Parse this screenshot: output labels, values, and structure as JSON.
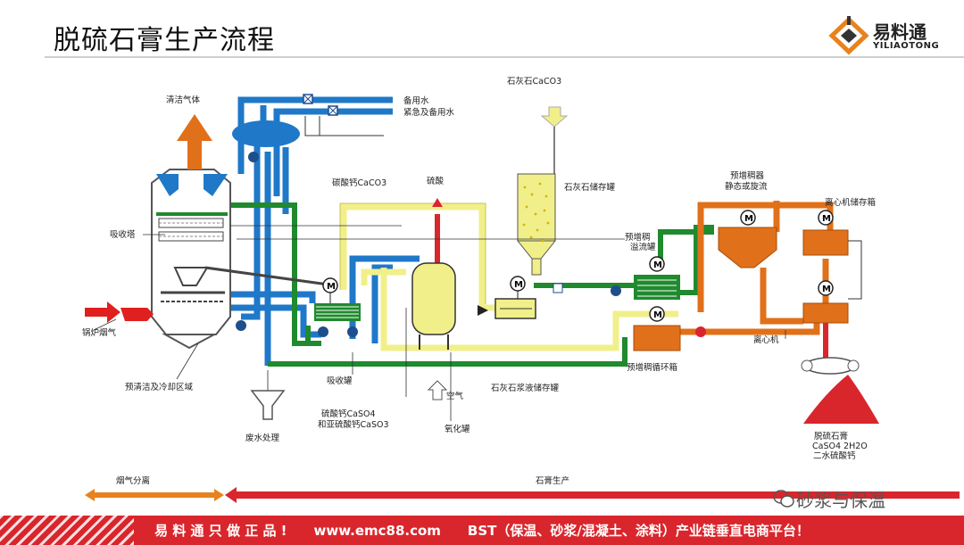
{
  "title": "脱硫石膏生产流程",
  "brand": {
    "name_cn": "易料通",
    "name_en": "YILIAOTONG"
  },
  "labels": {
    "clean_gas": "清洁气体",
    "standby_water": "备用水",
    "emergency_water": "紧急及备用水",
    "limestone": "石灰石CaCO3",
    "limestone_tank": "石灰石储存罐",
    "calcium_carbonate": "碳酸钙CaCO3",
    "sulfuric_acid": "硫酸",
    "thickener": "预增稠器",
    "static_or_cyclone": "静态或旋流",
    "centrifuge_tank": "离心机储存箱",
    "absorber": "吸收塔",
    "pre_thickener_overflow_1": "预增稠",
    "pre_thickener_overflow_2": "溢流罐",
    "boiler_flue_gas": "锅炉烟气",
    "centrifuge": "离心机",
    "pre_thickener_circ": "预增稠循环箱",
    "precleaning": "预清洁及冷却区域",
    "absorber_tank": "吸收罐",
    "slurry_tank": "石灰石浆液储存罐",
    "air": "空气",
    "sulfate_1": "硫酸钙CaSO4",
    "sulfate_2": "和亚硫酸钙CaSO3",
    "oxidation_tank": "氧化罐",
    "wastewater": "废水处理",
    "gypsum_1": "脱硫石膏",
    "gypsum_2": "CaSO4 2H2O",
    "gypsum_3": "二水硫酸钙",
    "motor": "M"
  },
  "stages": {
    "gas_separation": "烟气分离",
    "gypsum_production": "石膏生产"
  },
  "watermark": "砂浆与保温",
  "footer": {
    "slogan": "易 料 通 只 做 正 品 !",
    "url": "www.emc88.com",
    "platform": "BST（保温、砂浆/混凝土、涂料）产业链垂直电商平台！"
  },
  "colors": {
    "water_blue": "#1f78c8",
    "slurry_yellow": "#f1ef8a",
    "process_green": "#1f8a2e",
    "gypsum_orange": "#e1701a",
    "gas_red": "#e0201e",
    "footer_red": "#d9262c"
  }
}
